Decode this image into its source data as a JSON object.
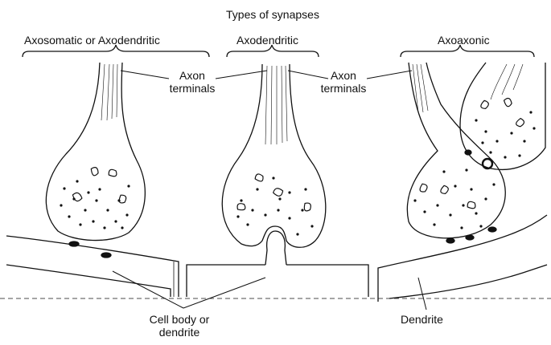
{
  "title": "Types of synapses",
  "panels": [
    {
      "label": "Axosomatic or Axodendritic"
    },
    {
      "label": "Axodendritic"
    },
    {
      "label": "Axoaxonic"
    }
  ],
  "callouts": {
    "axon_terminals_1": [
      "Axon",
      "terminals"
    ],
    "axon_terminals_2": [
      "Axon",
      "terminals"
    ],
    "cell_body": [
      "Cell body or",
      "dendrite"
    ],
    "dendrite": "Dendrite"
  },
  "colors": {
    "ink": "#111111",
    "background": "#ffffff"
  }
}
